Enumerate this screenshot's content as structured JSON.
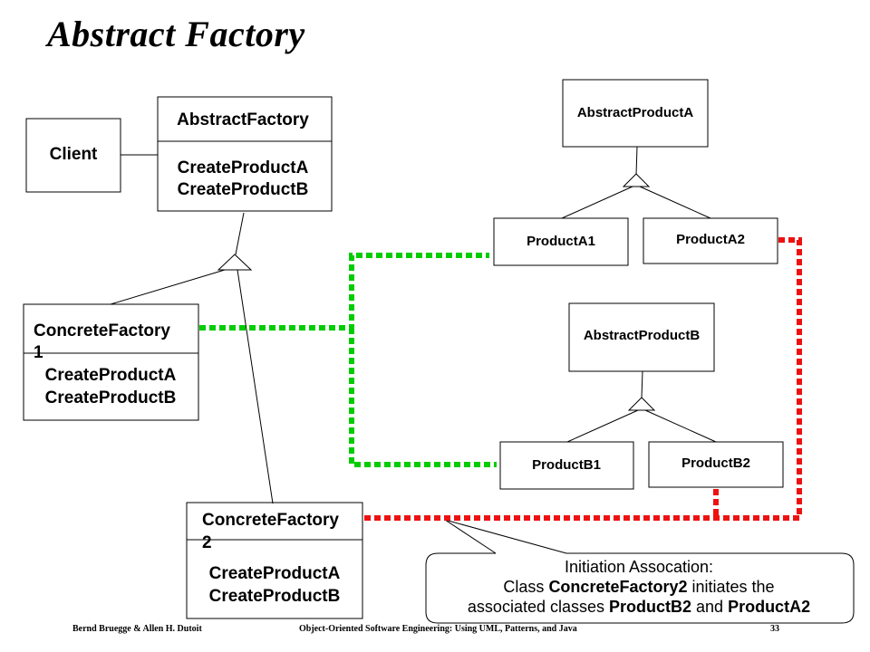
{
  "title": "Abstract Factory",
  "classes": {
    "client": "Client",
    "abstract_factory": {
      "name": "AbstractFactory",
      "op1": "CreateProductA",
      "op2": "CreateProductB"
    },
    "concrete_factory_1": {
      "name_line1": "ConcreteFactory",
      "name_line2": "1",
      "op1": "CreateProductA",
      "op2": "CreateProductB"
    },
    "concrete_factory_2": {
      "name_line1": "ConcreteFactory",
      "name_line2": "2",
      "op1": "CreateProductA",
      "op2": "CreateProductB"
    },
    "abstract_product_a": "AbstractProductA",
    "product_a1": "ProductA1",
    "product_a2": "ProductA2",
    "abstract_product_b": "AbstractProductB",
    "product_b1": "ProductB1",
    "product_b2": "ProductB2"
  },
  "note": {
    "line1": "Initiation Assocation:",
    "line2_prefix": "Class ",
    "line2_bold": "ConcreteFactory2",
    "line2_suffix": " initiates the",
    "line3_prefix": "associated classes ",
    "line3_bold1": "ProductB2",
    "line3_mid": " and ",
    "line3_bold2": "ProductA2"
  },
  "colors": {
    "association_cf1": "#00cc00",
    "association_cf2": "#ee1111"
  },
  "footer": {
    "authors": "Bernd Bruegge & Allen H. Dutoit",
    "book": "Object-Oriented Software Engineering: Using UML, Patterns, and Java",
    "page": "33"
  }
}
